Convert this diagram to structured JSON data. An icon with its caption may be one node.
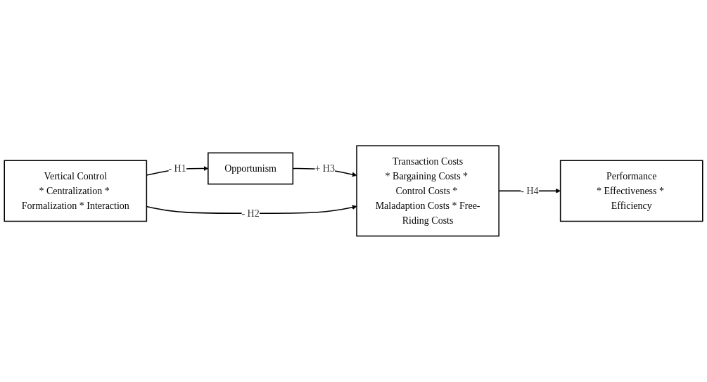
{
  "diagram": {
    "nodes": [
      {
        "text": [
          "Vertical Control",
          "* Centralization * Formalization * Interaction"
        ]
      },
      {
        "text": [
          "Opportunism"
        ]
      },
      {
        "text": [
          "Transaction Costs",
          "* Bargaining Costs * Control Costs * Maladaption Costs * Free-Riding Costs"
        ]
      },
      {
        "text": [
          "Performance",
          "* Effectiveness * Efficiency"
        ]
      }
    ],
    "edges": [
      {
        "from": 0,
        "to": 1,
        "arrow": "to",
        "label": "- H1"
      },
      {
        "from": 1,
        "to": 2,
        "arrow": "to",
        "label": "+ H3"
      },
      {
        "from": 0,
        "to": 2,
        "arrow": "to",
        "label": "- H2"
      },
      {
        "from": 2,
        "to": 3,
        "arrow": "to",
        "label": "- H4"
      }
    ]
  }
}
